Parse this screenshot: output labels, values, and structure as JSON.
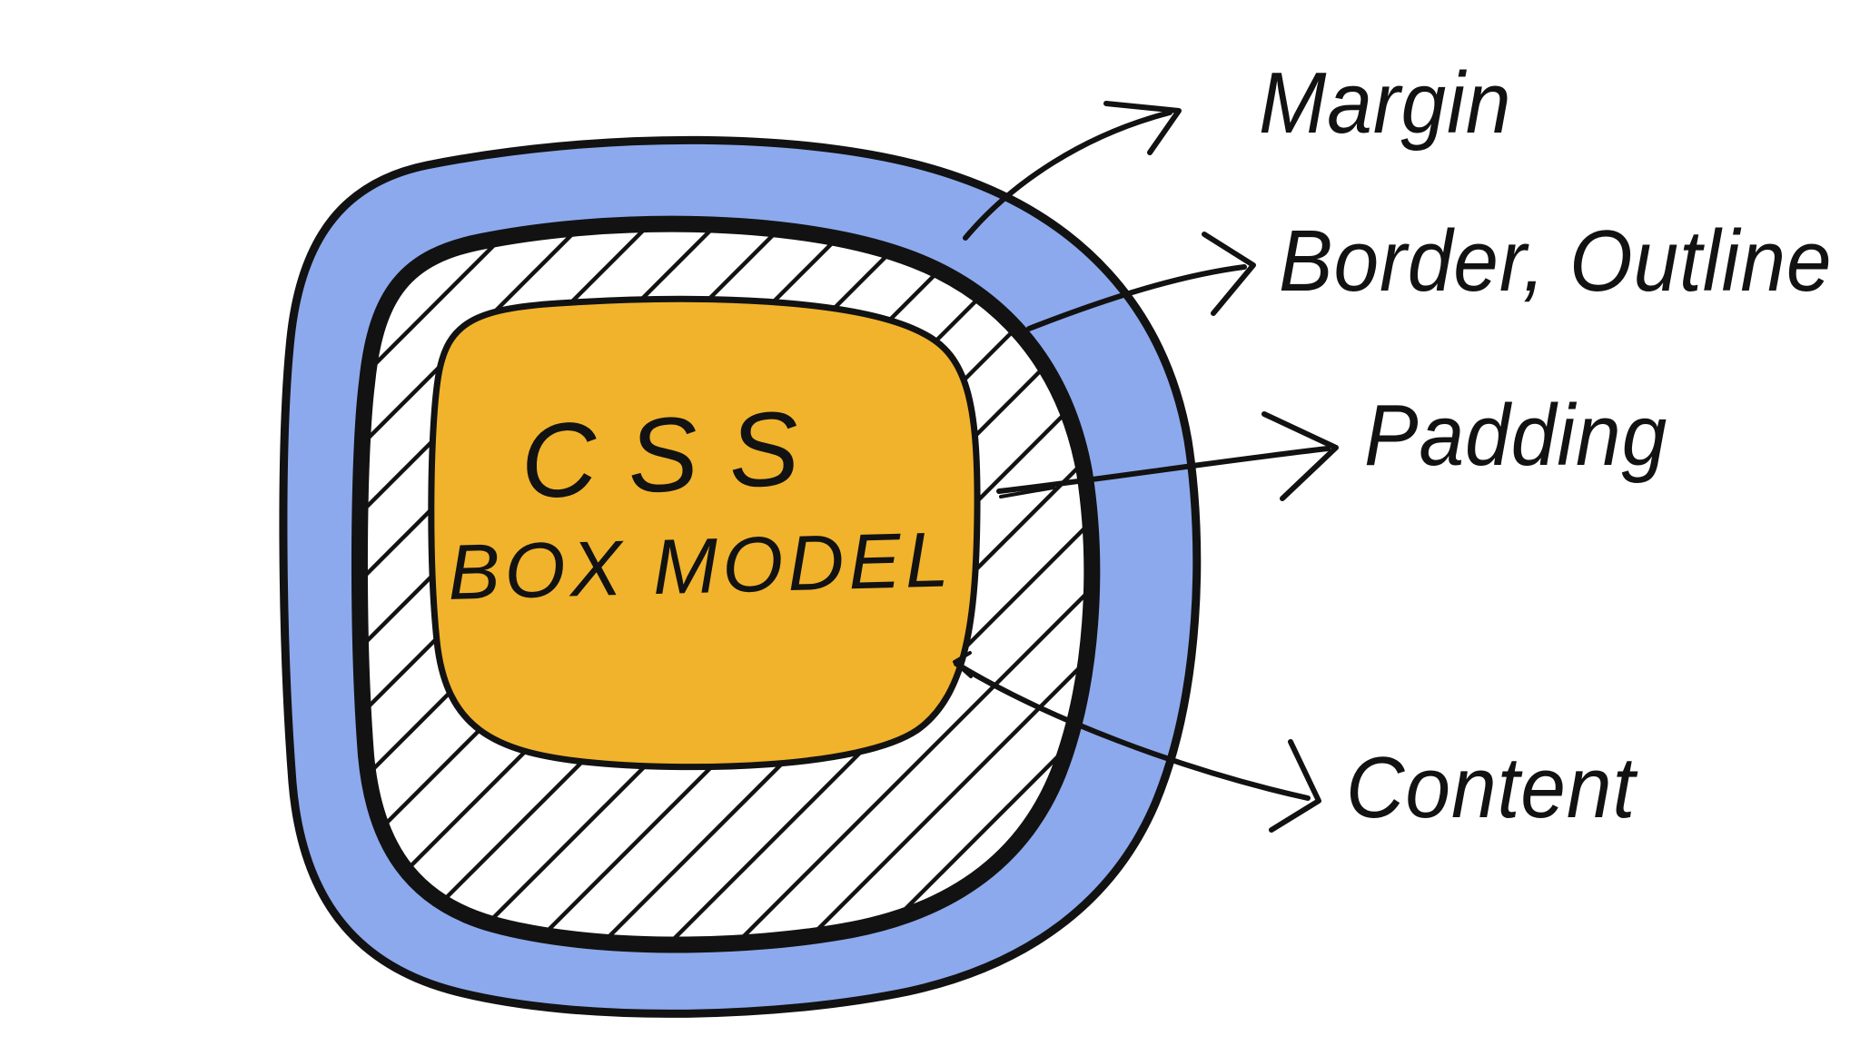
{
  "diagram": {
    "box_text": {
      "line1": "CSS",
      "line2": "BOX MODEL"
    },
    "labels": {
      "margin": "Margin",
      "border": "Border, Outline",
      "padding": "Padding",
      "content": "Content"
    },
    "colors": {
      "margin_fill": "#8DA9ED",
      "content_fill": "#F1B32C",
      "ink": "#121212",
      "paper": "#FFFFFF"
    }
  }
}
